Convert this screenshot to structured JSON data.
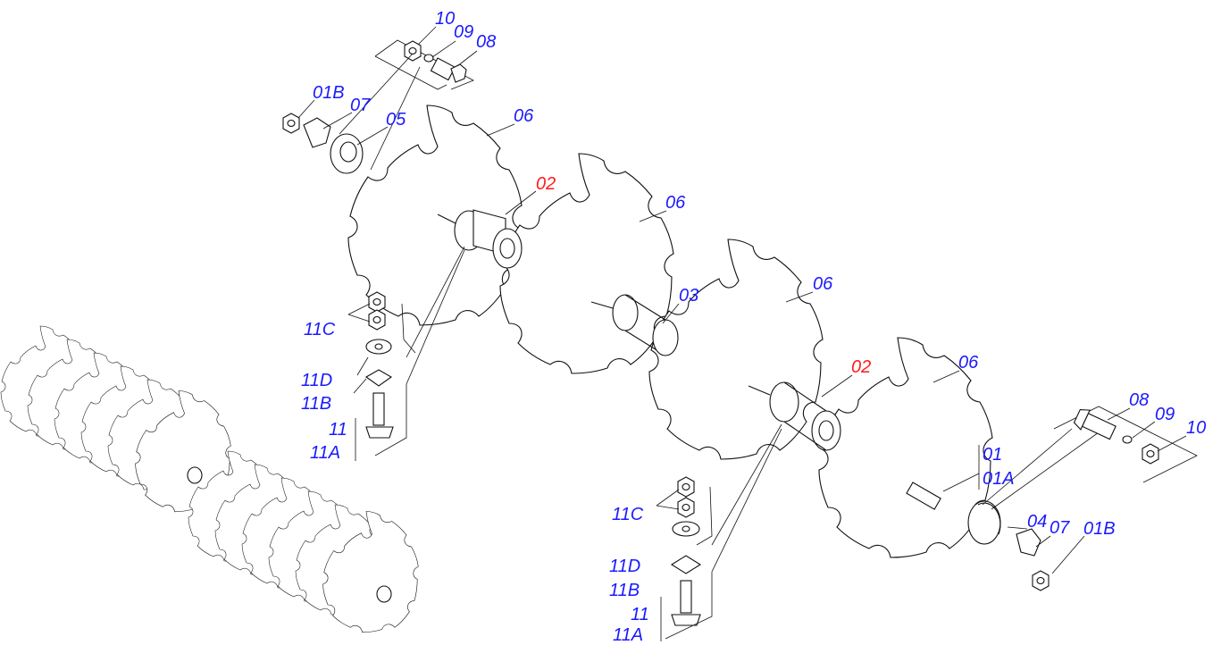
{
  "colors": {
    "label_blue": "#1a1aff",
    "label_red": "#ff1a1a",
    "line": "#111111"
  },
  "callouts": [
    {
      "id": "10-top",
      "text": "10",
      "color": "blue"
    },
    {
      "id": "09-top",
      "text": "09",
      "color": "blue"
    },
    {
      "id": "08-top",
      "text": "08",
      "color": "blue"
    },
    {
      "id": "01B-top",
      "text": "01B",
      "color": "blue"
    },
    {
      "id": "07-top",
      "text": "07",
      "color": "blue"
    },
    {
      "id": "05",
      "text": "05",
      "color": "blue"
    },
    {
      "id": "06-a",
      "text": "06",
      "color": "blue"
    },
    {
      "id": "02-a",
      "text": "02",
      "color": "red"
    },
    {
      "id": "06-b",
      "text": "06",
      "color": "blue"
    },
    {
      "id": "03",
      "text": "03",
      "color": "blue"
    },
    {
      "id": "06-c",
      "text": "06",
      "color": "blue"
    },
    {
      "id": "02-b",
      "text": "02",
      "color": "red"
    },
    {
      "id": "06-d",
      "text": "06",
      "color": "blue"
    },
    {
      "id": "08-right",
      "text": "08",
      "color": "blue"
    },
    {
      "id": "09-right",
      "text": "09",
      "color": "blue"
    },
    {
      "id": "10-right",
      "text": "10",
      "color": "blue"
    },
    {
      "id": "01",
      "text": "01",
      "color": "blue"
    },
    {
      "id": "01A",
      "text": "01A",
      "color": "blue"
    },
    {
      "id": "04",
      "text": "04",
      "color": "blue"
    },
    {
      "id": "07-right",
      "text": "07",
      "color": "blue"
    },
    {
      "id": "01B-right",
      "text": "01B",
      "color": "blue"
    },
    {
      "id": "11C-left",
      "text": "11C",
      "color": "blue"
    },
    {
      "id": "11D-left",
      "text": "11D",
      "color": "blue"
    },
    {
      "id": "11B-left",
      "text": "11B",
      "color": "blue"
    },
    {
      "id": "11-left",
      "text": "11",
      "color": "blue"
    },
    {
      "id": "11A-left",
      "text": "11A",
      "color": "blue"
    },
    {
      "id": "11C-mid",
      "text": "11C",
      "color": "blue"
    },
    {
      "id": "11D-mid",
      "text": "11D",
      "color": "blue"
    },
    {
      "id": "11B-mid",
      "text": "11B",
      "color": "blue"
    },
    {
      "id": "11-mid",
      "text": "11",
      "color": "blue"
    },
    {
      "id": "11A-mid",
      "text": "11A",
      "color": "blue"
    }
  ]
}
